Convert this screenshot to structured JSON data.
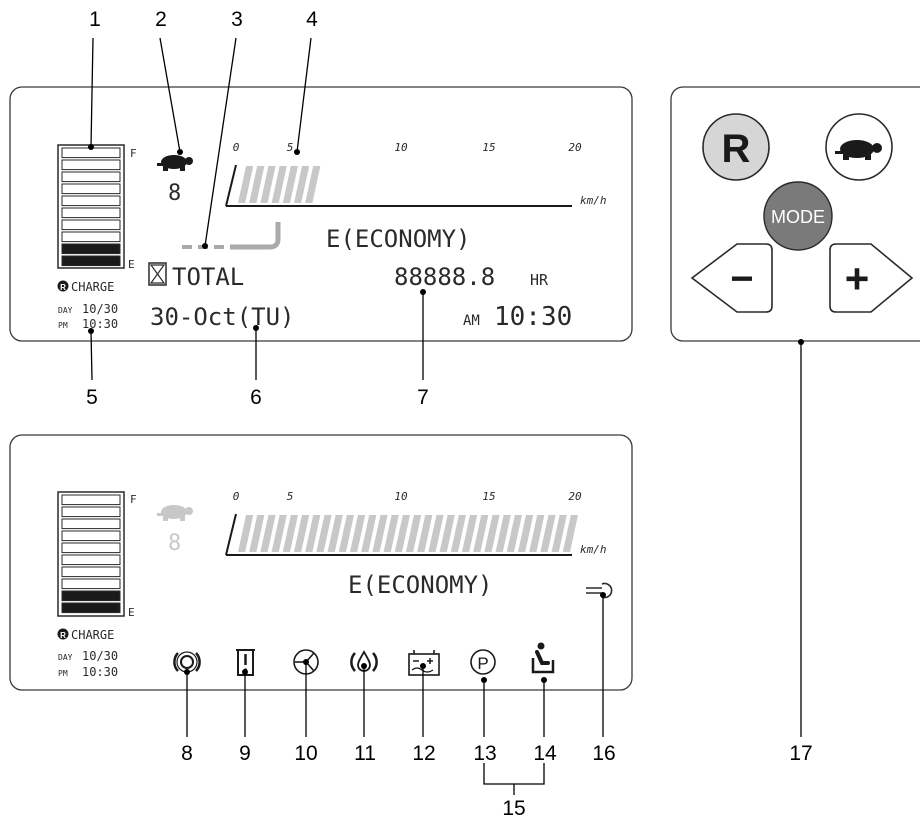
{
  "callouts": {
    "c1": "1",
    "c2": "2",
    "c3": "3",
    "c4": "4",
    "c5": "5",
    "c6": "6",
    "c7": "7",
    "c8": "8",
    "c9": "9",
    "c10": "10",
    "c11": "11",
    "c12": "12",
    "c13": "13",
    "c14": "14",
    "c15": "15",
    "c16": "16",
    "c17": "17"
  },
  "display1": {
    "battery_full": "F",
    "battery_empty": "E",
    "speed_ticks": [
      "0",
      "5",
      "10",
      "15",
      "20"
    ],
    "speed_unit": "km/h",
    "speed_fill_fraction": 0.24,
    "turtle_level": "8",
    "mode": "E(ECONOMY)",
    "hourglass_label": "TOTAL",
    "hours_value": "88888.8",
    "hours_unit": "HR",
    "date": "30-Oct(TU)",
    "ampm": "AM",
    "time": "10:30",
    "charge_label": "CHARGE",
    "charge_day_label": "DAY",
    "charge_day": "10/30",
    "charge_pm_label": "PM",
    "charge_time": "10:30"
  },
  "display2": {
    "battery_full": "F",
    "battery_empty": "E",
    "speed_ticks": [
      "0",
      "5",
      "10",
      "15",
      "20"
    ],
    "speed_unit": "km/h",
    "speed_fill_fraction": 1.0,
    "turtle_level": "8",
    "mode": "E(ECONOMY)",
    "charge_label": "CHARGE",
    "charge_day_label": "DAY",
    "charge_day": "10/30",
    "charge_pm_label": "PM",
    "charge_time": "10:30"
  },
  "keypad": {
    "reverse_label": "R",
    "mode_label": "MODE",
    "minus_label": "−",
    "plus_label": "+"
  },
  "colors": {
    "bar_fill": "#c8c8c8",
    "battery_dark": "#1a1a1a",
    "mode_button": "#7a7a7a",
    "r_button": "#d6d6d6"
  }
}
